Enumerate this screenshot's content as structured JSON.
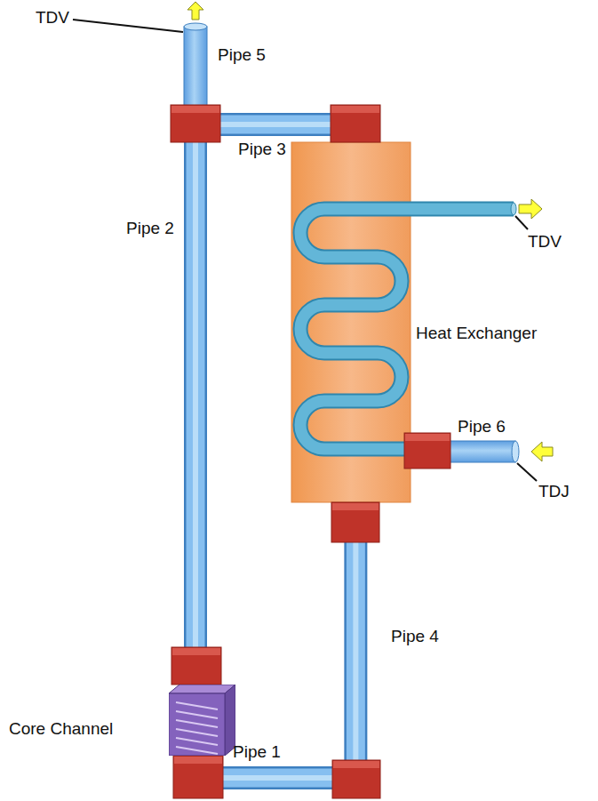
{
  "diagram": {
    "nodes": [
      {
        "text": [
          "Heat Exchanger"
        ]
      },
      {
        "text": [
          "Core Channel"
        ]
      }
    ],
    "edges": [
      {
        "from": 1,
        "to": 0,
        "arrow": "none",
        "label": "Pipe 2"
      },
      {
        "from": 0,
        "to": 1,
        "arrow": "none",
        "label": "Pipe 4"
      }
    ],
    "labels": [
      "TDV",
      "Pipe 5",
      "Pipe 3",
      "TDV",
      "Pipe 6",
      "TDJ",
      "Pipe 1"
    ]
  }
}
